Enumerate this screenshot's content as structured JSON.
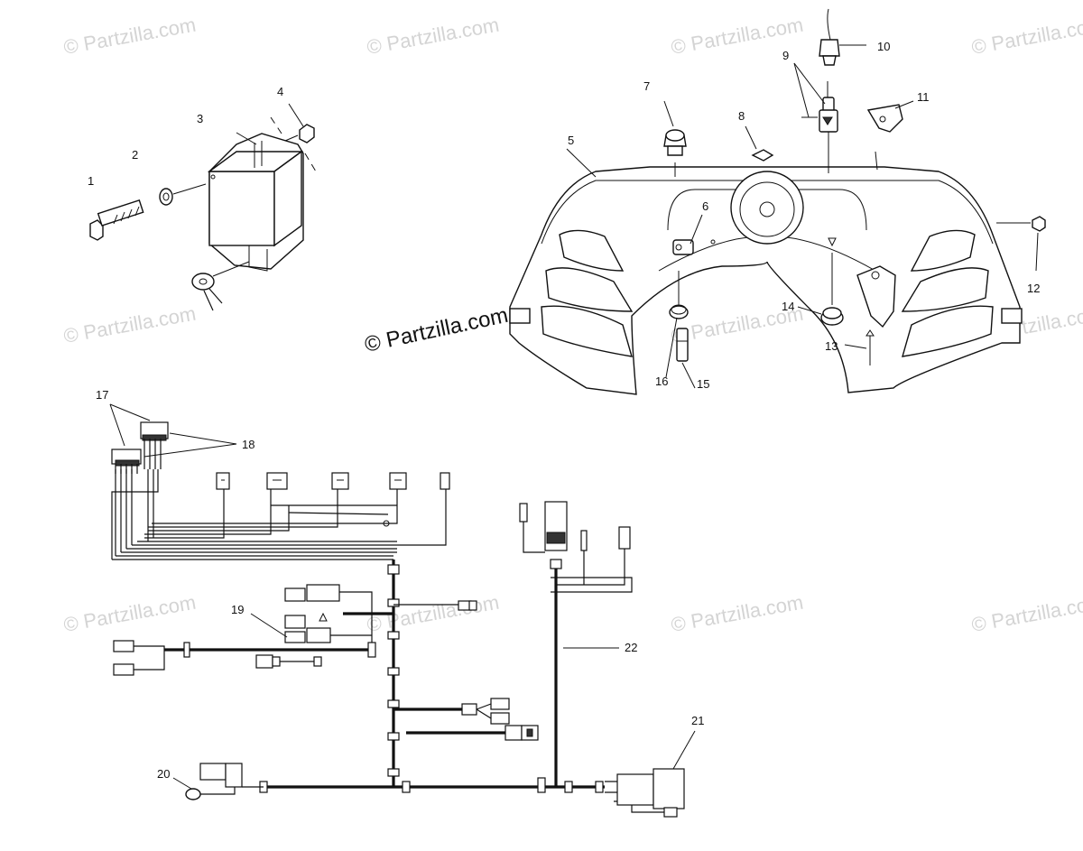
{
  "watermark": {
    "text": "© Partzilla.com",
    "main_text": "© Partzilla.com"
  },
  "callouts": {
    "c1": "1",
    "c2": "2",
    "c3": "3",
    "c4": "4",
    "c5": "5",
    "c6": "6",
    "c7": "7",
    "c8": "8",
    "c9": "9",
    "c10": "10",
    "c11": "11",
    "c12": "12",
    "c13": "13",
    "c14": "14",
    "c15": "15",
    "c16": "16",
    "c17": "17",
    "c18": "18",
    "c19": "19",
    "c20": "20",
    "c21": "21",
    "c22": "22"
  }
}
